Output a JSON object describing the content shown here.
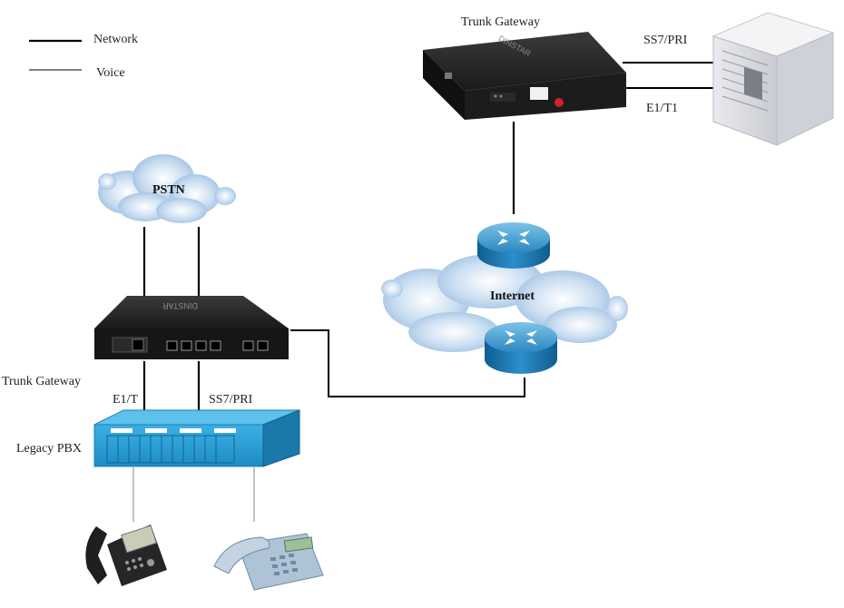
{
  "legend": {
    "network_label": "Network",
    "voice_label": "Voice"
  },
  "labels": {
    "trunk_gateway_top": "Trunk Gateway",
    "trunk_gateway_left": "Trunk Gateway",
    "pstn": "PSTN",
    "internet": "Internet",
    "legacy_pbx": "Legacy PBX",
    "ss7_pri_right": "SS7/PRI",
    "e1_t1_right": "E1/T1",
    "e1_t_left": "E1/T",
    "ss7_pri_left": "SS7/PRI",
    "brand_top": "DINSTAR",
    "brand_left": "DINSTAR"
  },
  "colors": {
    "device_body": "#1c1c1c",
    "pbx_blue": "#2fa2d8",
    "router_blue": "#1f7fb8",
    "cloud_blue": "#a9c8e8",
    "server_gray": "#d9dadf",
    "line": "#000000"
  }
}
